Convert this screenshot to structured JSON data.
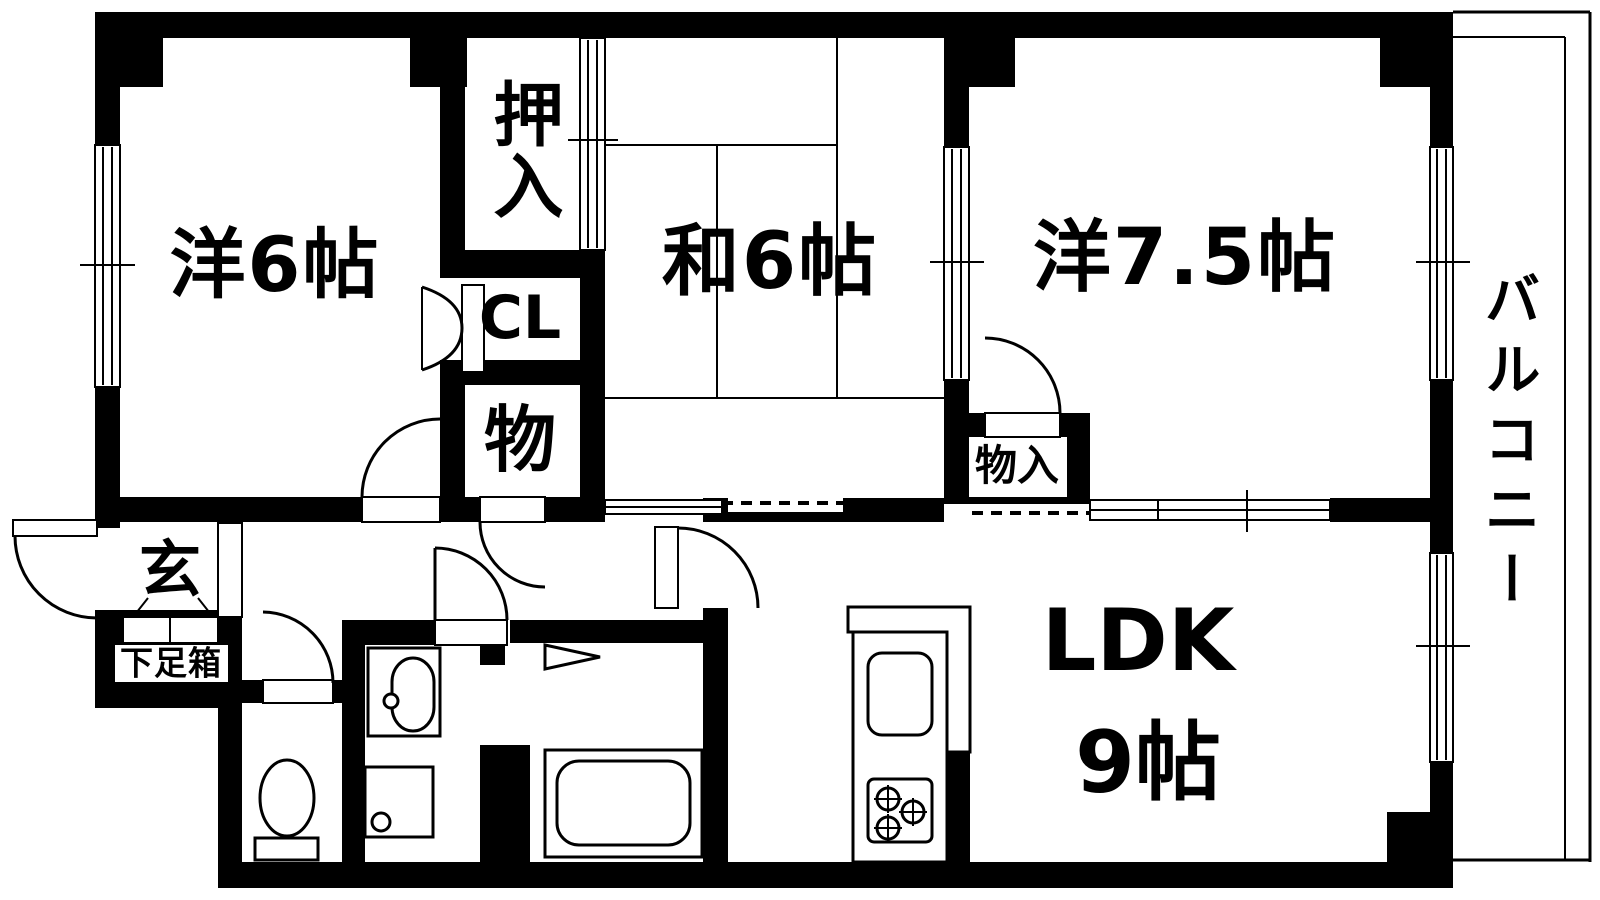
{
  "title": "3LDK apartment floor plan",
  "colors": {
    "wall": "#000000",
    "bg": "#ffffff"
  },
  "rooms": {
    "western6": {
      "label": "洋6帖"
    },
    "oshiire": {
      "label": "押入"
    },
    "cl": {
      "label": "CL"
    },
    "storage": {
      "label": "物"
    },
    "japanese6": {
      "label": "和6帖"
    },
    "western75": {
      "label": "洋7.5帖"
    },
    "storage_in": {
      "label": "物入"
    },
    "ldk": {
      "label": "LDK",
      "size_label": "9帖"
    },
    "entrance": {
      "label": "玄"
    },
    "shoe_box": {
      "label": "下足箱"
    },
    "balcony": {
      "label": "バルコニー"
    }
  }
}
